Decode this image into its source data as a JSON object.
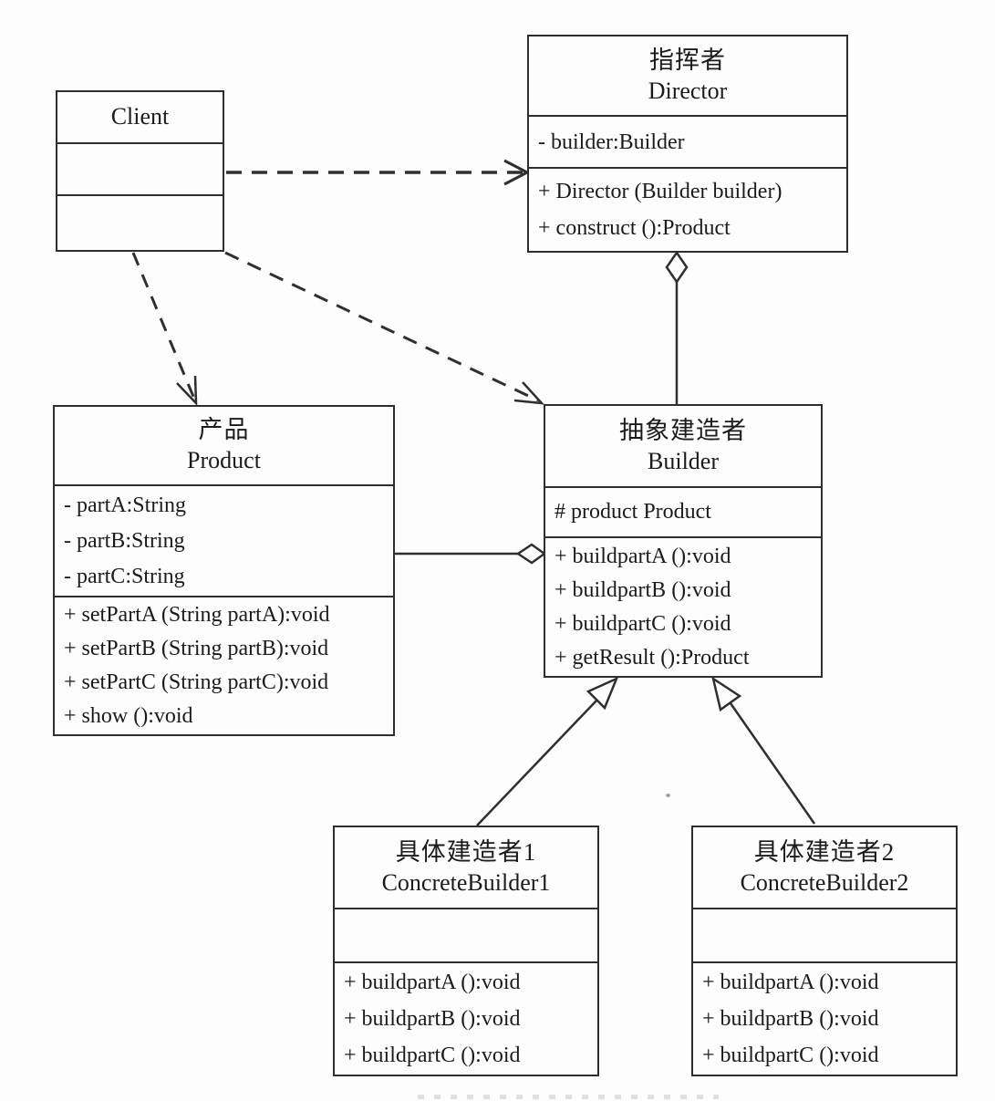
{
  "diagram": {
    "kind": "uml-class-diagram",
    "pattern": "Builder",
    "line_color": "#2f2f2f",
    "background_color": "#fdfdfd",
    "classes": {
      "client": {
        "name_en": "Client",
        "attributes": [],
        "methods": []
      },
      "director": {
        "name_cn": "指挥者",
        "name_en": "Director",
        "attributes": [
          "- builder:Builder"
        ],
        "methods": [
          "+ Director (Builder builder)",
          "+ construct ():Product"
        ]
      },
      "product": {
        "name_cn": "产品",
        "name_en": "Product",
        "attributes": [
          "- partA:String",
          "- partB:String",
          "- partC:String"
        ],
        "methods": [
          "+ setPartA (String partA):void",
          "+ setPartB (String partB):void",
          "+ setPartC (String partC):void",
          "+ show ():void"
        ]
      },
      "builder": {
        "name_cn": "抽象建造者",
        "name_en": "Builder",
        "attributes": [
          "# product Product"
        ],
        "methods": [
          "+ buildpartA ():void",
          "+ buildpartB ():void",
          "+ buildpartC ():void",
          "+ getResult ():Product"
        ]
      },
      "concrete_builder_1": {
        "name_cn": "具体建造者1",
        "name_en": "ConcreteBuilder1",
        "attributes": [],
        "methods": [
          "+ buildpartA ():void",
          "+ buildpartB ():void",
          "+ buildpartC ():void"
        ]
      },
      "concrete_builder_2": {
        "name_cn": "具体建造者2",
        "name_en": "ConcreteBuilder2",
        "attributes": [],
        "methods": [
          "+ buildpartA ():void",
          "+ buildpartB ():void",
          "+ buildpartC ():void"
        ]
      }
    },
    "relationships": [
      {
        "from": "Client",
        "to": "Director",
        "type": "dependency",
        "style": "dashed-open-arrow"
      },
      {
        "from": "Client",
        "to": "Product",
        "type": "dependency",
        "style": "dashed-open-arrow"
      },
      {
        "from": "Client",
        "to": "Builder",
        "type": "dependency",
        "style": "dashed-open-arrow"
      },
      {
        "from": "Builder",
        "to": "Director",
        "type": "aggregation",
        "style": "solid-hollow-diamond-at-director"
      },
      {
        "from": "Product",
        "to": "Builder",
        "type": "aggregation",
        "style": "solid-hollow-diamond-at-builder"
      },
      {
        "from": "ConcreteBuilder1",
        "to": "Builder",
        "type": "generalization",
        "style": "solid-hollow-triangle"
      },
      {
        "from": "ConcreteBuilder2",
        "to": "Builder",
        "type": "generalization",
        "style": "solid-hollow-triangle"
      }
    ]
  }
}
